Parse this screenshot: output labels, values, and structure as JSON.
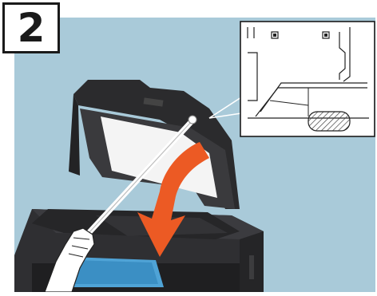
{
  "step": {
    "number": "2"
  },
  "colors": {
    "background_panel": "#a9cad9",
    "device_body": "#2b2b2d",
    "arrow": "#ec5a24",
    "touch_panel": "#4fa3d6"
  },
  "icons": {
    "main_illustration": "copier-lid-cleaning-illustration",
    "inset": "cleaning-pad-closeup",
    "arrow": "curved-arrow-down-icon",
    "rod": "cleaning-rod-icon",
    "hand": "hand-icon"
  }
}
